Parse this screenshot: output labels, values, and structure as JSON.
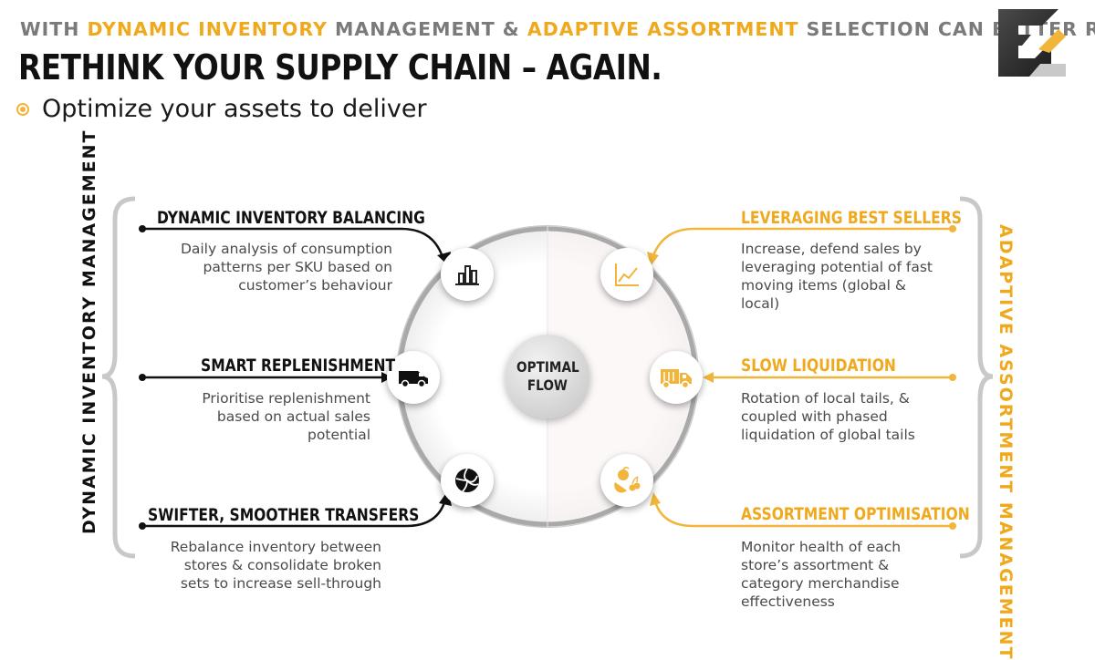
{
  "header": {
    "subtitle_parts": [
      "WITH ",
      "DYNAMIC INVENTORY",
      " MANAGEMENT & ",
      "ADAPTIVE ASSORTMENT",
      " SELECTION CAN BETTER ROI..."
    ],
    "title": "RETHINK YOUR SUPPLY CHAIN – AGAIN.",
    "bullet": "Optimize your assets to deliver"
  },
  "left_group_label": "DYNAMIC INVENTORY MANAGEMENT",
  "right_group_label": "ADAPTIVE ASSORTMENT MANAGEMENT",
  "center": {
    "line1": "OPTIMAL",
    "line2": "FLOW"
  },
  "left_items": [
    {
      "title": "DYNAMIC INVENTORY BALANCING",
      "desc": [
        "Daily analysis of consumption",
        "patterns per SKU based on",
        "customer’s behaviour"
      ],
      "icon": "bar-chart-icon"
    },
    {
      "title": "SMART REPLENISHMENT",
      "desc": [
        "Prioritise replenishment",
        "based on actual sales",
        "potential"
      ],
      "icon": "van-icon"
    },
    {
      "title": "SWIFTER, SMOOTHER TRANSFERS",
      "desc": [
        "Rebalance inventory between",
        "stores & consolidate broken",
        "sets to increase sell-through"
      ],
      "icon": "volleyball-icon"
    }
  ],
  "right_items": [
    {
      "title": "LEVERAGING BEST SELLERS",
      "desc": [
        "Increase, defend sales by",
        "leveraging potential of fast",
        "moving items (global &",
        "local)"
      ],
      "icon": "line-chart-icon"
    },
    {
      "title": "SLOW LIQUIDATION",
      "desc": [
        "Rotation of local tails, &",
        "coupled with phased",
        "liquidation of global tails"
      ],
      "icon": "garbage-truck-icon"
    },
    {
      "title": "ASSORTMENT OPTIMISATION",
      "desc": [
        "Monitor health of each",
        "store’s assortment &",
        "category merchandise",
        "effectiveness"
      ],
      "icon": "fruits-icon"
    }
  ],
  "colors": {
    "accent": "#f0a91c",
    "gray": "#7a7a7a",
    "dark": "#111111"
  }
}
